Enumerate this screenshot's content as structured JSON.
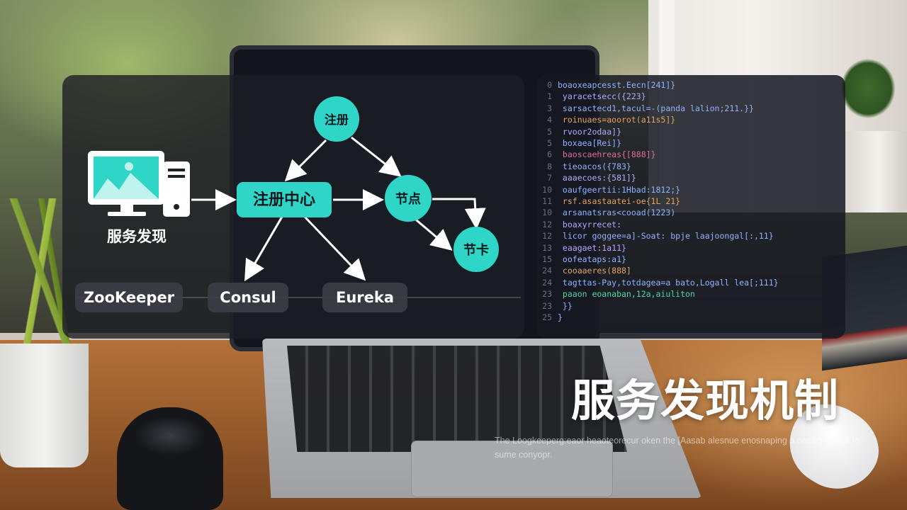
{
  "diagram": {
    "source_label": "服务发现",
    "hub": "注册中心",
    "top_node": "注册",
    "node_a": "节点",
    "node_b": "节卡",
    "pills": [
      "ZooKeeper",
      "Consul",
      "Eureka"
    ]
  },
  "code": {
    "lines": [
      {
        "n": "0",
        "text": "boaoxeapcesst.Eecn[241]}",
        "color": "#8fb3ff"
      },
      {
        "n": "1",
        "text": "  yaracetsecc({223}",
        "color": "#b7a6ff"
      },
      {
        "n": "3",
        "text": "    sarsactecd1,tacul=-(panda lalion;211.}}",
        "color": "#8fb3ff"
      },
      {
        "n": "4",
        "text": "    roinuaes=aoorot(a11s5]}",
        "color": "#e5a35c"
      },
      {
        "n": "5",
        "text": "    rvoor2odaa]}",
        "color": "#b7a6ff"
      },
      {
        "n": "5",
        "text": "    boxaea[Rei]}",
        "color": "#8fb3ff"
      },
      {
        "n": "6",
        "text": "    baoscaehreas{[888]}",
        "color": "#e26a9a"
      },
      {
        "n": "8",
        "text": "      tieoacos({783}",
        "color": "#8fb3ff"
      },
      {
        "n": "7",
        "text": "      aaaecoes:{581]}",
        "color": "#b7a6ff"
      },
      {
        "n": "10",
        "text": "    oaufgeertii:1Hbad:1812;}",
        "color": "#8fb3ff"
      },
      {
        "n": "11",
        "text": "   rsf.asastaatei-oe{1L 21}",
        "color": "#e5a35c"
      },
      {
        "n": "10",
        "text": "   arsanatsras<cooad(1223)",
        "color": "#8fb3ff"
      },
      {
        "n": "12",
        "text": "   boaxyrrecet:",
        "color": "#b7a6ff"
      },
      {
        "n": "12",
        "text": "      licor goggee=a]-Soat: bpje laajoongal[:,11}",
        "color": "#8fb3ff"
      },
      {
        "n": "13",
        "text": "      eaagaet:1a11}",
        "color": "#b7a6ff"
      },
      {
        "n": "15",
        "text": "    oofeataps:a1}",
        "color": "#8fb3ff"
      },
      {
        "n": "24",
        "text": "      cooaaeres(888]",
        "color": "#e5a35c"
      },
      {
        "n": "24",
        "text": "      tagttas-Pay,totdagea=a bato,Logall lea[;111}",
        "color": "#8fb3ff"
      },
      {
        "n": "23",
        "text": "      paaon eoanaban,12a,aiuliton",
        "color": "#4fd6a0"
      },
      {
        "n": "23",
        "text": "   }}",
        "color": "#8fb3ff"
      },
      {
        "n": "25",
        "text": "}",
        "color": "#8fb3ff"
      }
    ]
  },
  "title": "服务发现机制",
  "subtitle": "The Loogkeeperg:eaor heaoteorecur oken the [Aasab alesnue enosnaping a cecaerntulaja fo sume conyopr.",
  "colors": {
    "node_fill": "#2fd6c8",
    "arrow": "#ffffff",
    "panel_bg": "rgba(28,30,36,0.80)"
  }
}
